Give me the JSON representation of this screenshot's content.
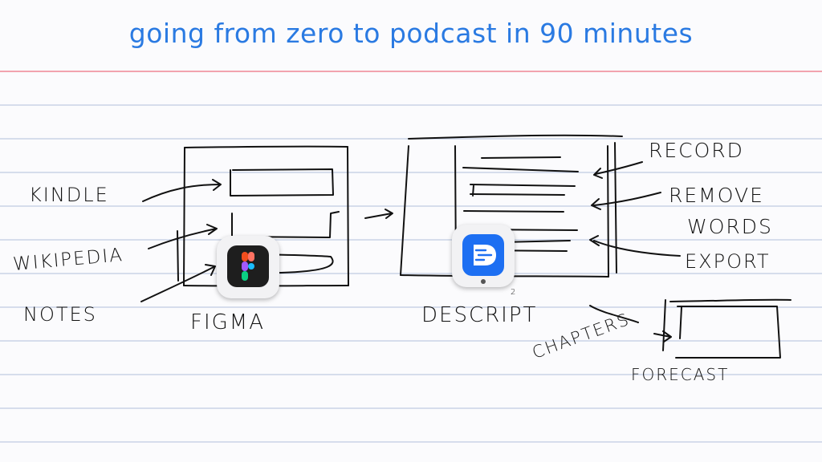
{
  "title": "going from zero to podcast in 90 minutes",
  "sources": {
    "kindle": "KINDLE",
    "wikipedia": "WIKIPEDIA",
    "notes": "NOTES"
  },
  "apps": {
    "figma": {
      "label": "FIGMA",
      "icon": "figma-icon"
    },
    "descript": {
      "label": "DESCRIPT",
      "icon": "descript-icon",
      "mark": "2"
    },
    "forecast": {
      "label": "FORECAST"
    }
  },
  "descript_actions": {
    "record": "RECORD",
    "remove_1": "REMOVE",
    "remove_2": "WORDS",
    "export": "EXPORT"
  },
  "chapters": "CHAPTERS",
  "colors": {
    "title": "#2a7ae2",
    "ruled_line": "#c9d3e6",
    "margin_line": "#f2a3ae",
    "ink": "#111111",
    "descript_blue": "#1d6ff2"
  }
}
